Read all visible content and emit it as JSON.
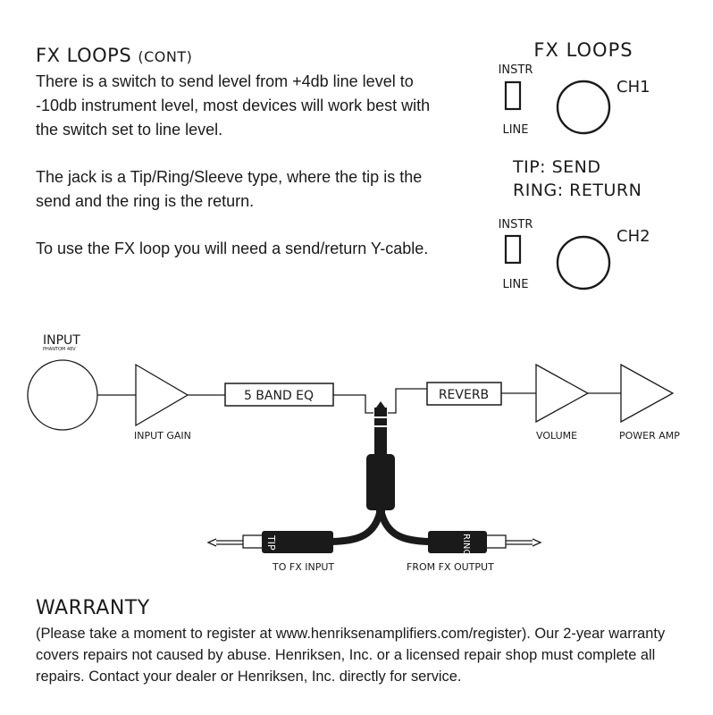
{
  "doc": {
    "title": "FX LOOPS",
    "title_suffix": "(CONT)",
    "para1": "There is a switch to send level from +4db line level to -10db instrument level, most devices will work best with the switch set to line level.",
    "para2": "The jack is a Tip/Ring/Sleeve type, where the tip is the send and the ring is the return.",
    "para3": "To use the FX loop you will need a send/return Y-cable.",
    "warranty_title": "WARRANTY",
    "warranty_text": "(Please take a moment to register at www.henriksenamplifiers.com/register). Our 2-year warranty covers repairs not caused by abuse. Henriksen, Inc. or a licensed repair shop must complete all repairs. Contact your dealer or Henriksen, Inc. directly for service."
  },
  "panel": {
    "title": "FX LOOPS",
    "ch1": "CH1",
    "ch2": "CH2",
    "instr": "INSTR",
    "line": "LINE",
    "tip_send": "TIP: SEND",
    "ring_return": "RING: RETURN"
  },
  "diagram": {
    "input": "INPUT",
    "phantom": "PHANTOM 48V",
    "input_gain": "INPUT GAIN",
    "eq": "5 BAND EQ",
    "reverb": "REVERB",
    "volume": "VOLUME",
    "power_amp": "POWER AMP",
    "tip": "TIP",
    "ring": "RING",
    "to_fx_input": "TO FX INPUT",
    "from_fx_output": "FROM FX OUTPUT"
  },
  "colors": {
    "ink": "#1a1a1a",
    "background": "#ffffff"
  }
}
